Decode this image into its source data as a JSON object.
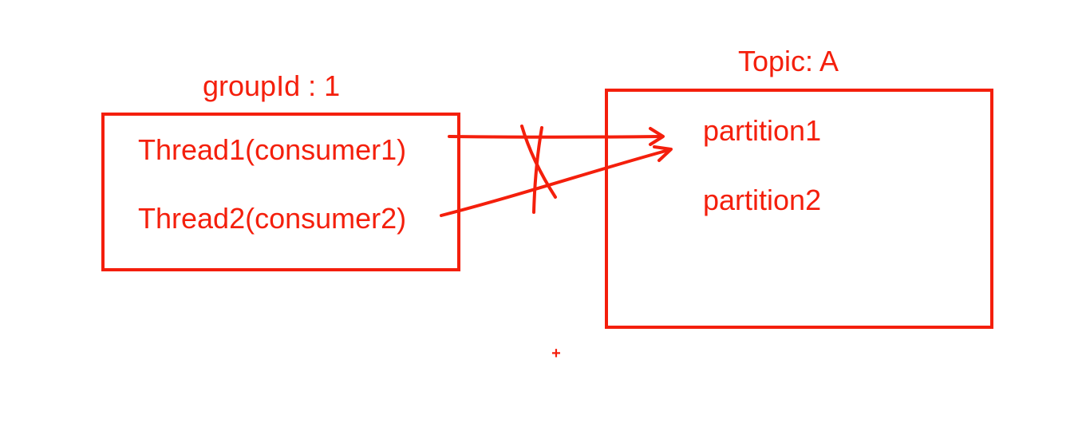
{
  "colors": {
    "ink": "#f41f0c",
    "background": "#ffffff"
  },
  "consumer_group": {
    "title": "groupId : 1",
    "threads": [
      {
        "label": "Thread1(consumer1)"
      },
      {
        "label": "Thread2(consumer2)"
      }
    ]
  },
  "topic": {
    "title": "Topic: A",
    "partitions": [
      {
        "label": "partition1"
      },
      {
        "label": "partition2"
      }
    ]
  },
  "connections": [
    {
      "from": "Thread1(consumer1)",
      "to": "partition1"
    },
    {
      "from": "Thread2(consumer2)",
      "to": "partition1"
    }
  ],
  "marks": {
    "crossed_out": true,
    "small_plus": "+"
  }
}
